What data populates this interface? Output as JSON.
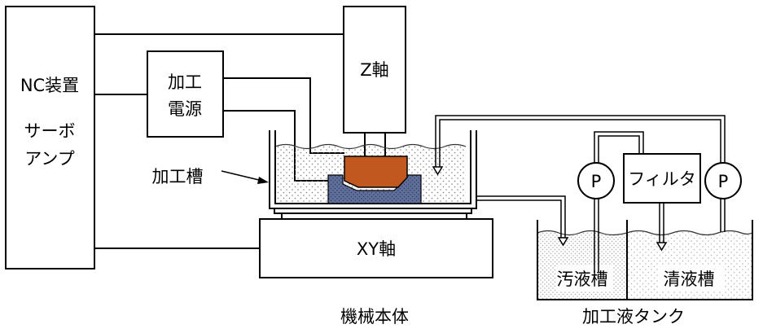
{
  "labels": {
    "nc_line1": "NC装置",
    "nc_line2": "サーボ",
    "nc_line3": "アンプ",
    "power_line1": "加工",
    "power_line2": "電源",
    "z_axis": "Z軸",
    "xy_axis": "XY軸",
    "tank_label": "加工槽",
    "filter": "フィルタ",
    "pump_left": "P",
    "pump_right": "P",
    "dirty_tank": "汚液槽",
    "clean_tank": "清液槽",
    "machine_body": "機械本体",
    "fluid_tank": "加工液タンク"
  },
  "colors": {
    "line": "#000000",
    "electrode": "#c0581f",
    "workpiece": "#5f6f99",
    "fluid_dots": "#7a7a7a",
    "background": "#ffffff"
  }
}
